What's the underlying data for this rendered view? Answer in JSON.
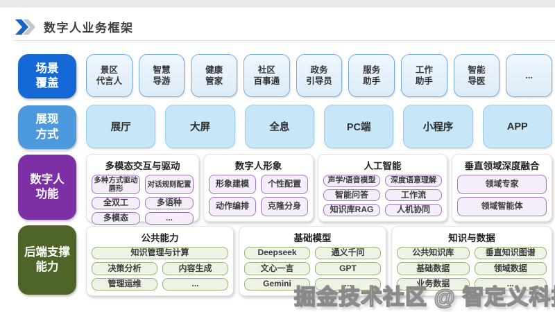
{
  "header": {
    "title": "数字人业务框架",
    "chevron_icon": "double-chevron-right"
  },
  "rails": [
    {
      "label": "场景\n覆盖",
      "color": "#1569d6"
    },
    {
      "label": "展现\n方式",
      "color": "#4d99dd"
    },
    {
      "label": "数字人\n功能",
      "color": "#7d2fa6"
    },
    {
      "label": "后端支撑\n能力",
      "color": "#4e6527"
    }
  ],
  "scene_row": {
    "items": [
      "景区\n代言人",
      "智慧\n导游",
      "健康\n管家",
      "社区\n百事通",
      "政务\n引导员",
      "服务\n助手",
      "工作\n助手",
      "智能\n导医",
      "..."
    ]
  },
  "display_row": {
    "items": [
      "展厅",
      "大屏",
      "全息",
      "PC端",
      "小程序",
      "APP"
    ]
  },
  "function_row": {
    "groups": [
      {
        "title": "多模态交互与驱动",
        "cols": 2,
        "items": [
          "多种方式驱动唇形",
          "对话规则配置",
          "全双工",
          "多语种",
          "多模态",
          "..."
        ]
      },
      {
        "title": "数字人形象",
        "cols": 2,
        "items": [
          "形象建模",
          "个性配置",
          "动作编排",
          "克隆分身"
        ]
      },
      {
        "title": "人工智能",
        "cols": 2,
        "items": [
          "声学/语音模型",
          "深度语意理解",
          "智能问答",
          "工作流",
          "知识库RAG",
          "人机协同"
        ]
      },
      {
        "title": "垂直领域深度融合",
        "cols": 1,
        "items": [
          "领域专家",
          "领域智能体"
        ]
      }
    ]
  },
  "backend_row": {
    "groups": [
      {
        "title": "公共能力",
        "cols": 2,
        "items": [
          {
            "text": "知识管理与计算",
            "span": 2
          },
          "决策分析",
          "内容生成",
          "管理运维",
          "..."
        ]
      },
      {
        "title": "基础模型",
        "cols": 2,
        "items": [
          "Deepseek",
          "通义千问",
          "文心一言",
          "GPT",
          "Gemini",
          "..."
        ]
      },
      {
        "title": "知识与数据",
        "cols": 2,
        "items": [
          "公共知识库",
          "垂直知识图谱",
          "基础数据",
          "领域数据",
          "业务数据",
          "..."
        ]
      }
    ]
  },
  "watermark": {
    "text": "掘金技术社区 @ 智定义科技"
  },
  "colors": {
    "rail_blue": "#1569d6",
    "rail_light_blue": "#4d99dd",
    "rail_purple": "#7d2fa6",
    "rail_olive": "#4e6527",
    "scene_chip_border": "#74abe3",
    "display_chip_bg": "#c7e6f7",
    "function_item_border": "#a272c8",
    "backend_item_border": "#95b273",
    "topbar": "#eaeaea"
  }
}
